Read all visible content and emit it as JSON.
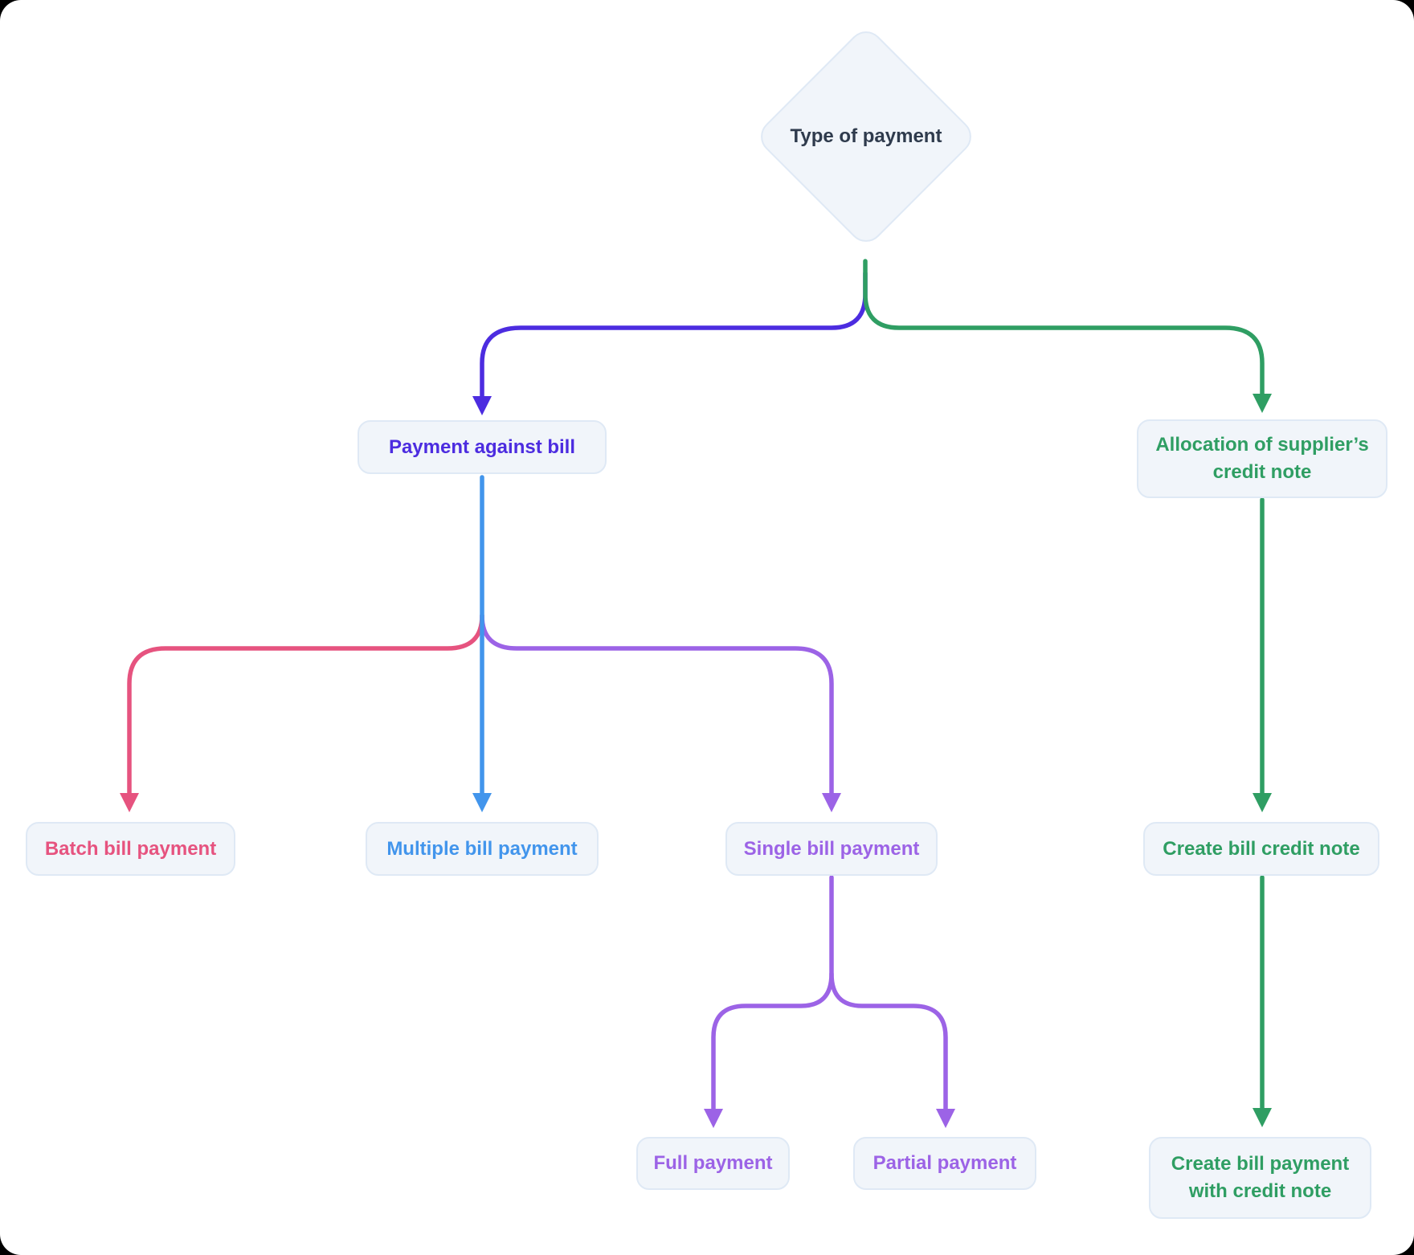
{
  "page": {
    "background": "#000000",
    "card_background": "#ffffff"
  },
  "colors": {
    "indigo": "#4c2ce0",
    "green": "#2f9e63",
    "pink": "#e6537f",
    "blue": "#4295ec",
    "purple": "#9c63e6",
    "dark": "#2f3b4d",
    "node_bg": "#f1f5fa",
    "node_border": "#dfe9f5"
  },
  "diagram": {
    "type": "flowchart",
    "root": {
      "id": "type-of-payment",
      "label": "Type of payment",
      "shape": "diamond",
      "color": "dark"
    },
    "nodes": [
      {
        "id": "payment-against-bill",
        "label": "Payment against bill",
        "color": "indigo",
        "parent": "type-of-payment"
      },
      {
        "id": "allocation-of-suppliers-credit-note",
        "label": "Allocation of supplier’s credit note",
        "color": "green",
        "parent": "type-of-payment"
      },
      {
        "id": "batch-bill-payment",
        "label": "Batch bill payment",
        "color": "pink",
        "parent": "payment-against-bill"
      },
      {
        "id": "multiple-bill-payment",
        "label": "Multiple bill payment",
        "color": "blue",
        "parent": "payment-against-bill"
      },
      {
        "id": "single-bill-payment",
        "label": "Single bill payment",
        "color": "purple",
        "parent": "payment-against-bill"
      },
      {
        "id": "full-payment",
        "label": "Full payment",
        "color": "purple",
        "parent": "single-bill-payment"
      },
      {
        "id": "partial-payment",
        "label": "Partial payment",
        "color": "purple",
        "parent": "single-bill-payment"
      },
      {
        "id": "create-bill-credit-note",
        "label": "Create bill credit note",
        "color": "green",
        "parent": "allocation-of-suppliers-credit-note"
      },
      {
        "id": "create-bill-payment-with-credit-note",
        "label": "Create bill payment with credit note",
        "color": "green",
        "parent": "create-bill-credit-note"
      }
    ]
  }
}
